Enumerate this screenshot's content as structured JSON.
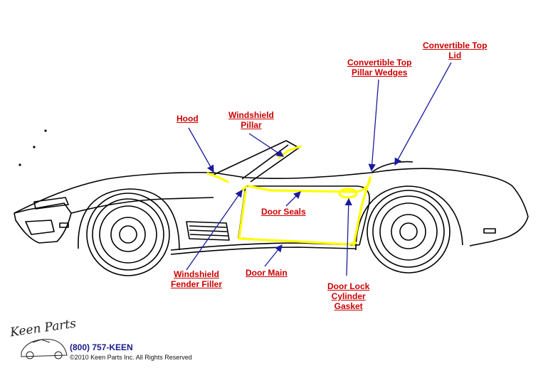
{
  "labels": {
    "hood": [
      "Hood"
    ],
    "windshield_pillar": [
      "Windshield",
      "Pillar"
    ],
    "conv_top_pillar_wedges": [
      "Convertible Top",
      "Pillar Wedges"
    ],
    "conv_top_lid": [
      "Convertible Top",
      "Lid"
    ],
    "door_seals": [
      "Door Seals"
    ],
    "windshield_fender_filler": [
      "Windshield",
      "Fender Filler"
    ],
    "door_main": [
      "Door Main"
    ],
    "door_lock_gasket": [
      "Door Lock",
      "Cylinder",
      "Gasket"
    ]
  },
  "footer": {
    "logo_text": "Keen Parts",
    "phone": "(800) 757-KEEN",
    "copyright": "©2010 Keen Parts Inc. All Rights Reserved"
  },
  "colors": {
    "label": "#cc0000",
    "arrow": "#1a1aa0",
    "highlight": "#ffff00",
    "outline": "#000000"
  }
}
